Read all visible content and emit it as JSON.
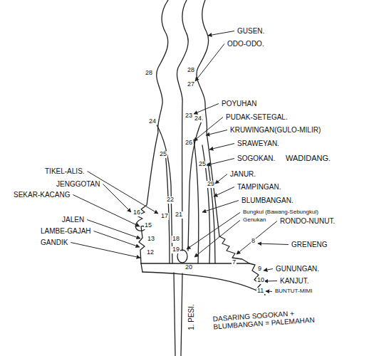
{
  "diagram": {
    "labels": [
      "GUSEN.",
      "ODO-ODO.",
      "POYUHAN",
      "PUDAK-SETEGAL.",
      "KRUWINGAN(GULO-MILIR)",
      "SRAWEYAN.",
      "SOGOKAN.",
      "WADIDANG.",
      "JANUR.",
      "TAMPINGAN.",
      "BLUMBANGAN.",
      "Bungkul (Bawang-Sebungkul)",
      "Genukan",
      "RONDO-NUNUT.",
      "GRENENG",
      "GUNUNGAN.",
      "KANJUT.",
      "BUNTUT-MIMI",
      "TIKEL-ALIS.",
      "JENGGOTAN",
      "SEKAR-KACANG",
      "JALEN",
      "LAMBE-GAJAH",
      "GANDIK",
      "1. PESI.",
      "DASARING SOGOKAN + BLUMBANGAN = PALEMAHAN",
      "28",
      "27",
      "28",
      "24",
      "23",
      "24",
      "26",
      "25",
      "25",
      "29",
      "22",
      "21",
      "17",
      "16",
      "15",
      "13",
      "12",
      "18",
      "19",
      "20",
      "7",
      "8",
      "9",
      "10",
      "11"
    ]
  }
}
